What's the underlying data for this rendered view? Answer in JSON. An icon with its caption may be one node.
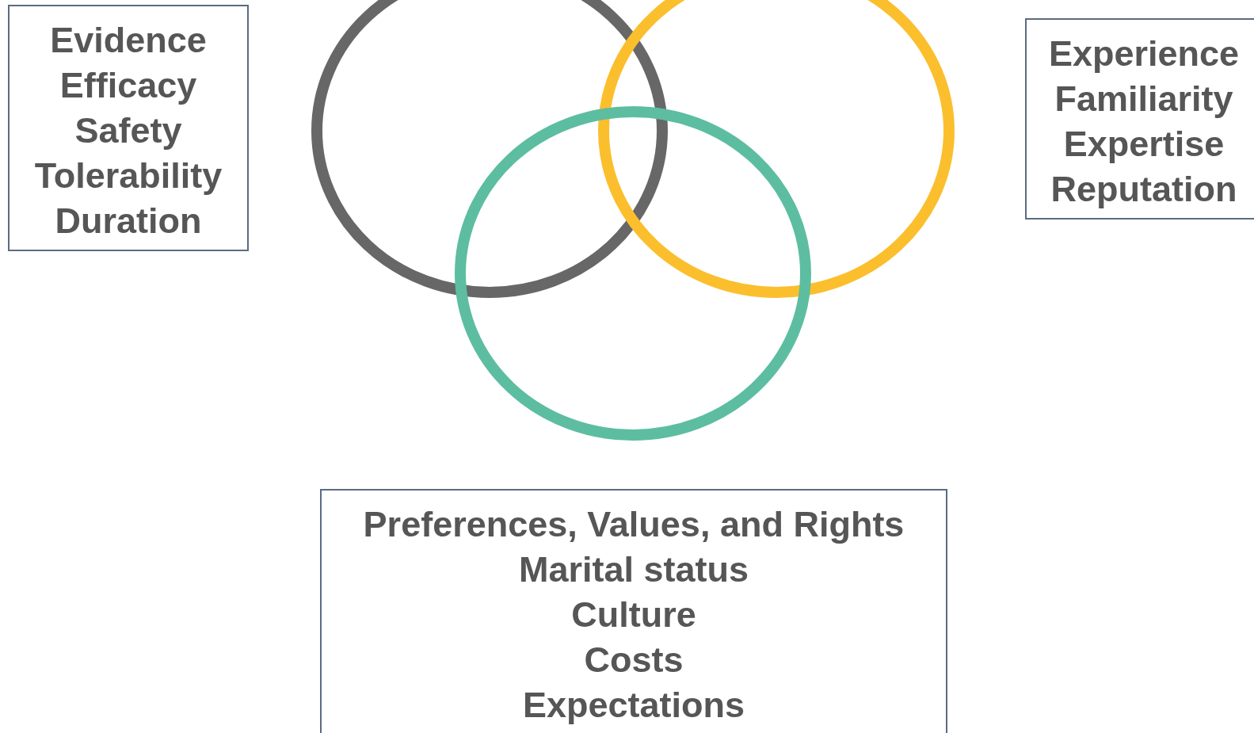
{
  "diagram": {
    "nodes": [
      {
        "text": [
          "Evidence",
          "Efficacy",
          "Safety",
          "Tolerability",
          "Duration"
        ]
      },
      {
        "text": [],
        "shape": "circle"
      },
      {
        "text": [],
        "shape": "circle"
      },
      {
        "text": [
          "Experience",
          "Familiarity",
          "Expertise",
          "Reputation"
        ]
      },
      {
        "text": [],
        "shape": "circle"
      },
      {
        "text": [
          "Preferences, Values, and Rights",
          "Marital status",
          "Culture",
          "Costs",
          "Expectations"
        ]
      }
    ]
  }
}
